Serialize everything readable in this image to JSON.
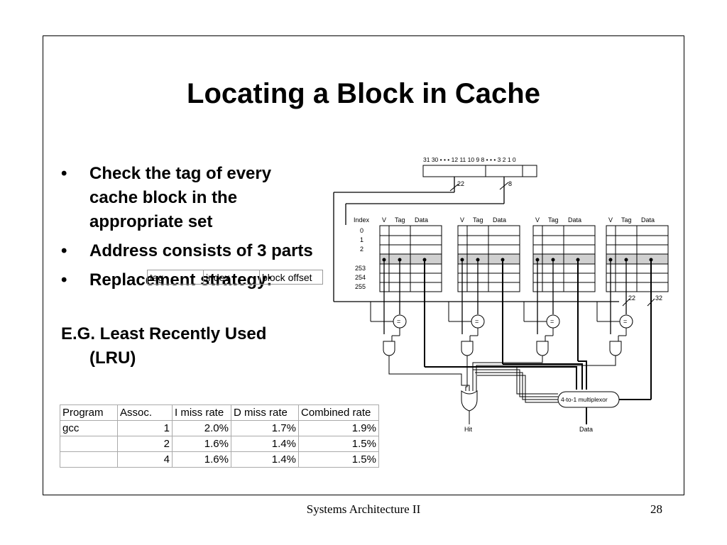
{
  "slide": {
    "title": "Locating a Block in Cache",
    "bullets": [
      "Check the tag of every cache block in the appropriate set",
      "Address consists of 3 parts",
      "Replacement strategy:"
    ],
    "example": "E.G. Least Recently Used",
    "example_cont": "(LRU)",
    "footer": "Systems Architecture II",
    "page_number": "28"
  },
  "address_parts": [
    "tag",
    "index",
    "block offset"
  ],
  "diagram": {
    "address_bits": "31 30 • • • 12 11 10 9 8 • • • 3 2 1 0",
    "tag_bits": "22",
    "index_bits": "8",
    "index_label": "Index",
    "index_values_top": [
      "0",
      "1",
      "2"
    ],
    "index_values_bottom": [
      "253",
      "254",
      "255"
    ],
    "column_headers": [
      "V",
      "Tag",
      "Data"
    ],
    "tag_out_bits": "22",
    "data_out_bits": "32",
    "comparator": "=",
    "mux_label": "4-to-1 multiplexor",
    "hit_label": "Hit",
    "data_label": "Data"
  },
  "miss_table": {
    "headers": [
      "Program",
      "Assoc.",
      "I miss rate",
      "D miss rate",
      "Combined rate"
    ],
    "rows": [
      [
        "gcc",
        "1",
        "2.0%",
        "1.7%",
        "1.9%"
      ],
      [
        "",
        "2",
        "1.6%",
        "1.4%",
        "1.5%"
      ],
      [
        "",
        "4",
        "1.6%",
        "1.4%",
        "1.5%"
      ]
    ]
  }
}
